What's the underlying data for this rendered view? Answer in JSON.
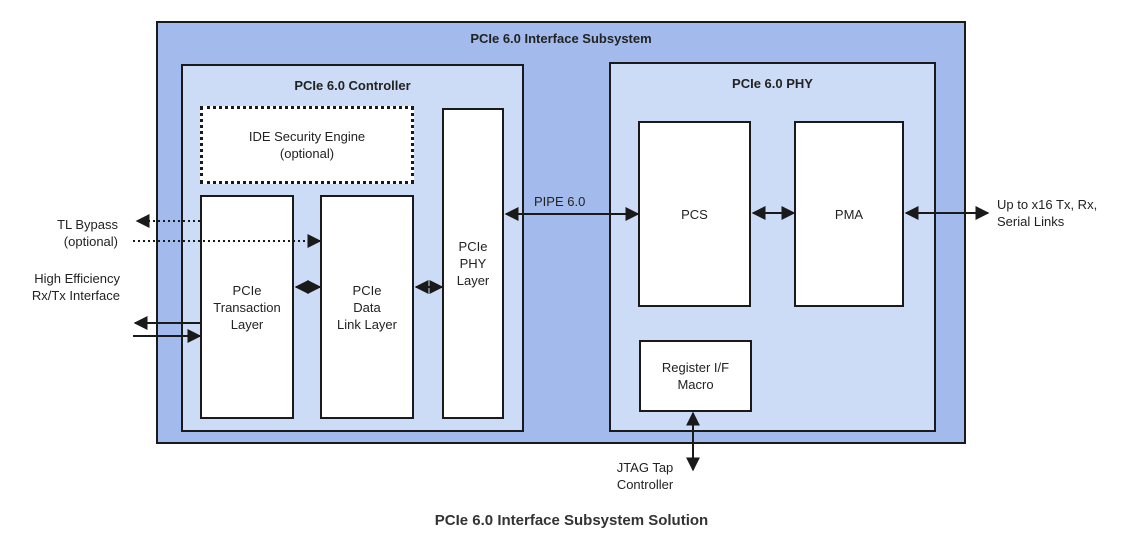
{
  "diagram": {
    "subsystem_title": "PCIe 6.0 Interface Subsystem",
    "controller": {
      "title": "PCIe 6.0 Controller",
      "ide_engine": "IDE Security Engine\n(optional)",
      "transaction_layer": "PCIe\nTransaction\nLayer",
      "data_link_layer": "PCIe\nData\nLink Layer",
      "phy_layer": "PCIe\nPHY\nLayer"
    },
    "phy": {
      "title": "PCIe 6.0 PHY",
      "pcs": "PCS",
      "pma": "PMA",
      "register_macro": "Register I/F\nMacro"
    },
    "labels": {
      "pipe": "PIPE 6.0",
      "tl_bypass": "TL Bypass\n(optional)",
      "high_efficiency": "High Efficiency\nRx/Tx Interface",
      "serial_links": "Up to x16 Tx, Rx,\nSerial Links",
      "jtag": "JTAG Tap\nController"
    },
    "caption": "PCIe 6.0 Interface Subsystem Solution",
    "colors": {
      "outer_fill": "#a2bbec",
      "inner_fill": "#cddcf6",
      "block_fill": "#ffffff",
      "stroke": "#1a1a1a"
    }
  }
}
